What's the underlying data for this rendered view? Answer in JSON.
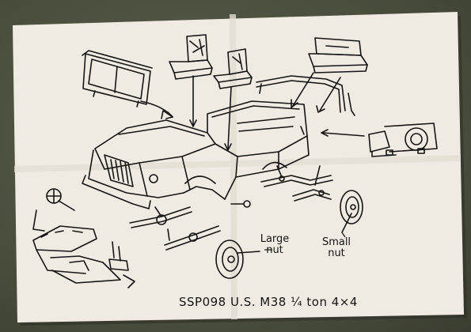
{
  "labels": {
    "large_nut_line1": "Large",
    "large_nut_line2": "nut",
    "small_nut_line1": "Small",
    "small_nut_line2": "nut"
  },
  "caption": "SSP098 U.S. M38 ¼ ton 4×4",
  "colors": {
    "paper": "#efebe2",
    "paper_shadow": "#e2ddd2",
    "ink": "#151515",
    "background": "#4b5040"
  }
}
